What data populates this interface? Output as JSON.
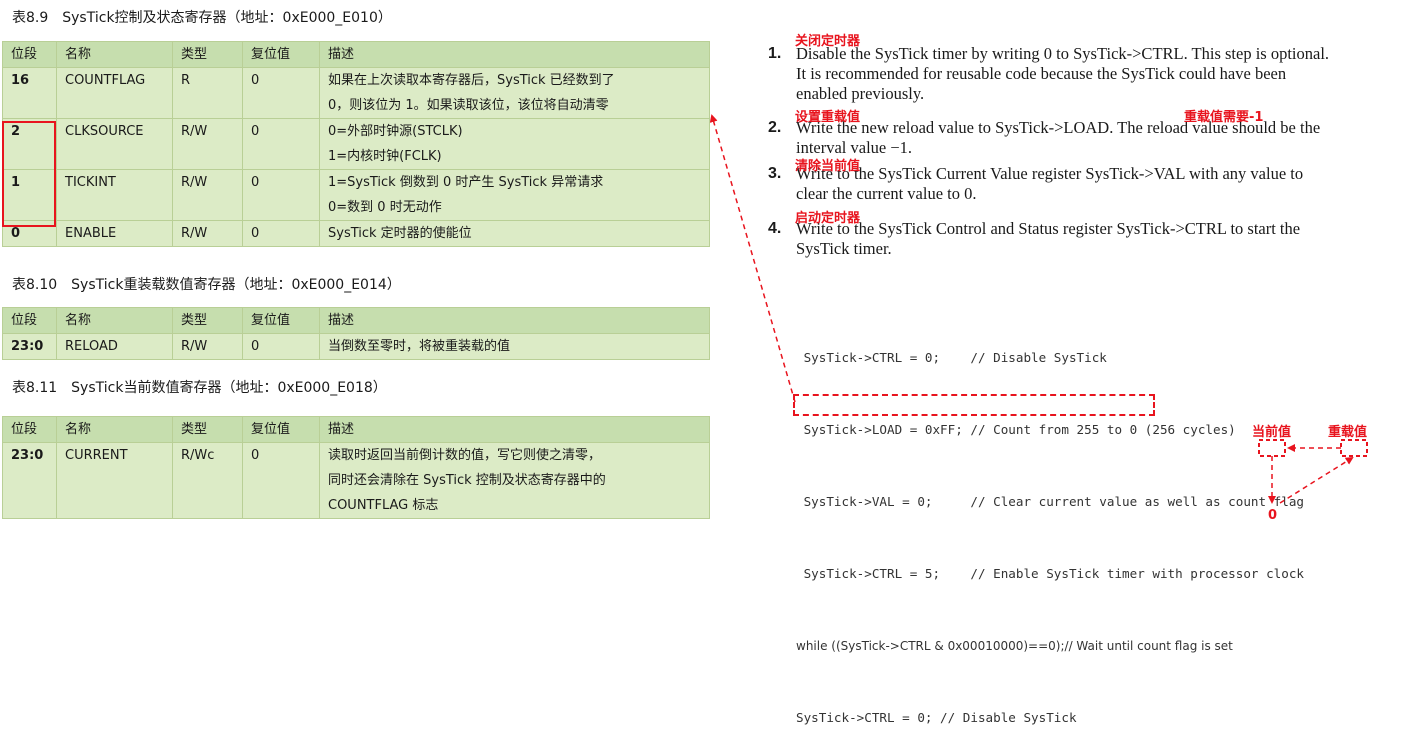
{
  "table_8_9": {
    "caption": "表8.9　SysTick控制及状态寄存器（地址：0xE000_E010）",
    "headers": [
      "位段",
      "名称",
      "类型",
      "复位值",
      "描述"
    ],
    "rows": [
      {
        "bit": "16",
        "name": "COUNTFLAG",
        "type": "R",
        "reset": "0",
        "desc": [
          "如果在上次读取本寄存器后，SysTick 已经数到了",
          "0，则该位为 1。如果读取该位，该位将自动清零"
        ]
      },
      {
        "bit": "2",
        "name": "CLKSOURCE",
        "type": "R/W",
        "reset": "0",
        "desc": [
          "0=外部时钟源(STCLK)",
          "1=内核时钟(FCLK)"
        ]
      },
      {
        "bit": "1",
        "name": "TICKINT",
        "type": "R/W",
        "reset": "0",
        "desc": [
          "1=SysTick 倒数到 0 时产生 SysTick 异常请求",
          "0=数到 0 时无动作"
        ]
      },
      {
        "bit": "0",
        "name": "ENABLE",
        "type": "R/W",
        "reset": "0",
        "desc": [
          "SysTick 定时器的使能位"
        ]
      }
    ]
  },
  "table_8_10": {
    "caption": "表8.10　SysTick重装载数值寄存器（地址：0xE000_E014）",
    "headers": [
      "位段",
      "名称",
      "类型",
      "复位值",
      "描述"
    ],
    "rows": [
      {
        "bit": "23:0",
        "name": "RELOAD",
        "type": "R/W",
        "reset": "0",
        "desc": [
          "当倒数至零时，将被重装载的值"
        ]
      }
    ]
  },
  "table_8_11": {
    "caption": "表8.11　SysTick当前数值寄存器（地址：0xE000_E018）",
    "headers": [
      "位段",
      "名称",
      "类型",
      "复位值",
      "描述"
    ],
    "rows": [
      {
        "bit": "23:0",
        "name": "CURRENT",
        "type": "R/Wc",
        "reset": "0",
        "desc": [
          "读取时返回当前倒计数的值，写它则使之清零，",
          "同时还会清除在 SysTick 控制及状态寄存器中的",
          "COUNTFLAG 标志"
        ]
      }
    ]
  },
  "steps": [
    {
      "num": "1.",
      "lines": [
        "Disable the SysTick timer by writing 0 to SysTick->CTRL. This step is optional.",
        "It is recommended for reusable code because the SysTick could have been",
        "enabled previously."
      ]
    },
    {
      "num": "2.",
      "lines": [
        "Write the new reload value to SysTick->LOAD. The reload value should be the",
        "interval value −1."
      ]
    },
    {
      "num": "3.",
      "lines": [
        "Write to the SysTick Current Value register SysTick->VAL with any value to",
        "clear the current value to 0."
      ]
    },
    {
      "num": "4.",
      "lines": [
        "Write to the SysTick Control and Status register SysTick->CTRL to start the",
        "SysTick timer."
      ]
    }
  ],
  "annotations": {
    "close_timer": "关闭定时器",
    "set_reload": "设置重载值",
    "reload_minus_one": "重载值需要-1",
    "clear_current": "清除当前值",
    "start_timer": "启动定时器",
    "current_value": "当前值",
    "reload_value": "重载值",
    "zero": "0"
  },
  "code_lines": [
    " SysTick->CTRL = 0;    // Disable SysTick",
    " SysTick->LOAD = 0xFF; // Count from 255 to 0 (256 cycles)",
    " SysTick->VAL = 0;     // Clear current value as well as count flag",
    " SysTick->CTRL = 5;    // Enable SysTick timer with processor clock",
    "while ((SysTick->CTRL & 0x00010000)==0);// Wait until count flag is set",
    "SysTick->CTRL = 0; // Disable SysTick"
  ],
  "colors": {
    "accent": "#e8141e",
    "table_header": "#c6deae",
    "table_row": "#dcebc6"
  }
}
